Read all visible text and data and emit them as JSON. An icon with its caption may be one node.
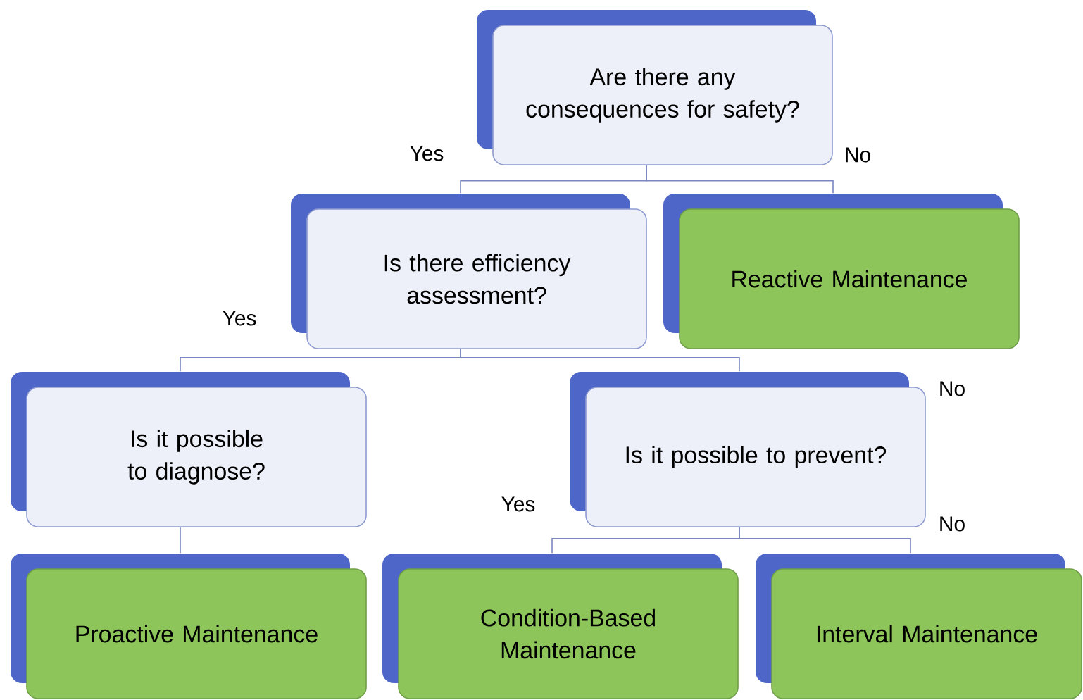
{
  "diagram": {
    "nodes": [
      {
        "text": [
          "Are there any consequences for safety?"
        ]
      },
      {
        "text": [
          "Is there efficiency assessment?"
        ]
      },
      {
        "text": [
          "Reactive Maintenance"
        ]
      },
      {
        "text": [
          "Is it possible to diagnose?"
        ]
      },
      {
        "text": [
          "Is it possible to prevent?"
        ]
      },
      {
        "text": [
          "Proactive Maintenance"
        ]
      },
      {
        "text": [
          "Condition-Based Maintenance"
        ]
      },
      {
        "text": [
          "Interval Maintenance"
        ]
      }
    ],
    "edges": [
      {
        "from": 0,
        "to": 1,
        "arrow": "none",
        "label": "Yes"
      },
      {
        "from": 0,
        "to": 2,
        "arrow": "none",
        "label": "No"
      },
      {
        "from": 1,
        "to": 3,
        "arrow": "none",
        "label": "Yes"
      },
      {
        "from": 1,
        "to": 4,
        "arrow": "none"
      },
      {
        "from": 3,
        "to": 5,
        "arrow": "none"
      },
      {
        "from": 4,
        "to": 6,
        "arrow": "none",
        "label": "Yes"
      },
      {
        "from": 4,
        "to": 7,
        "arrow": "none",
        "label": "No"
      }
    ],
    "labels": [
      "No"
    ]
  }
}
